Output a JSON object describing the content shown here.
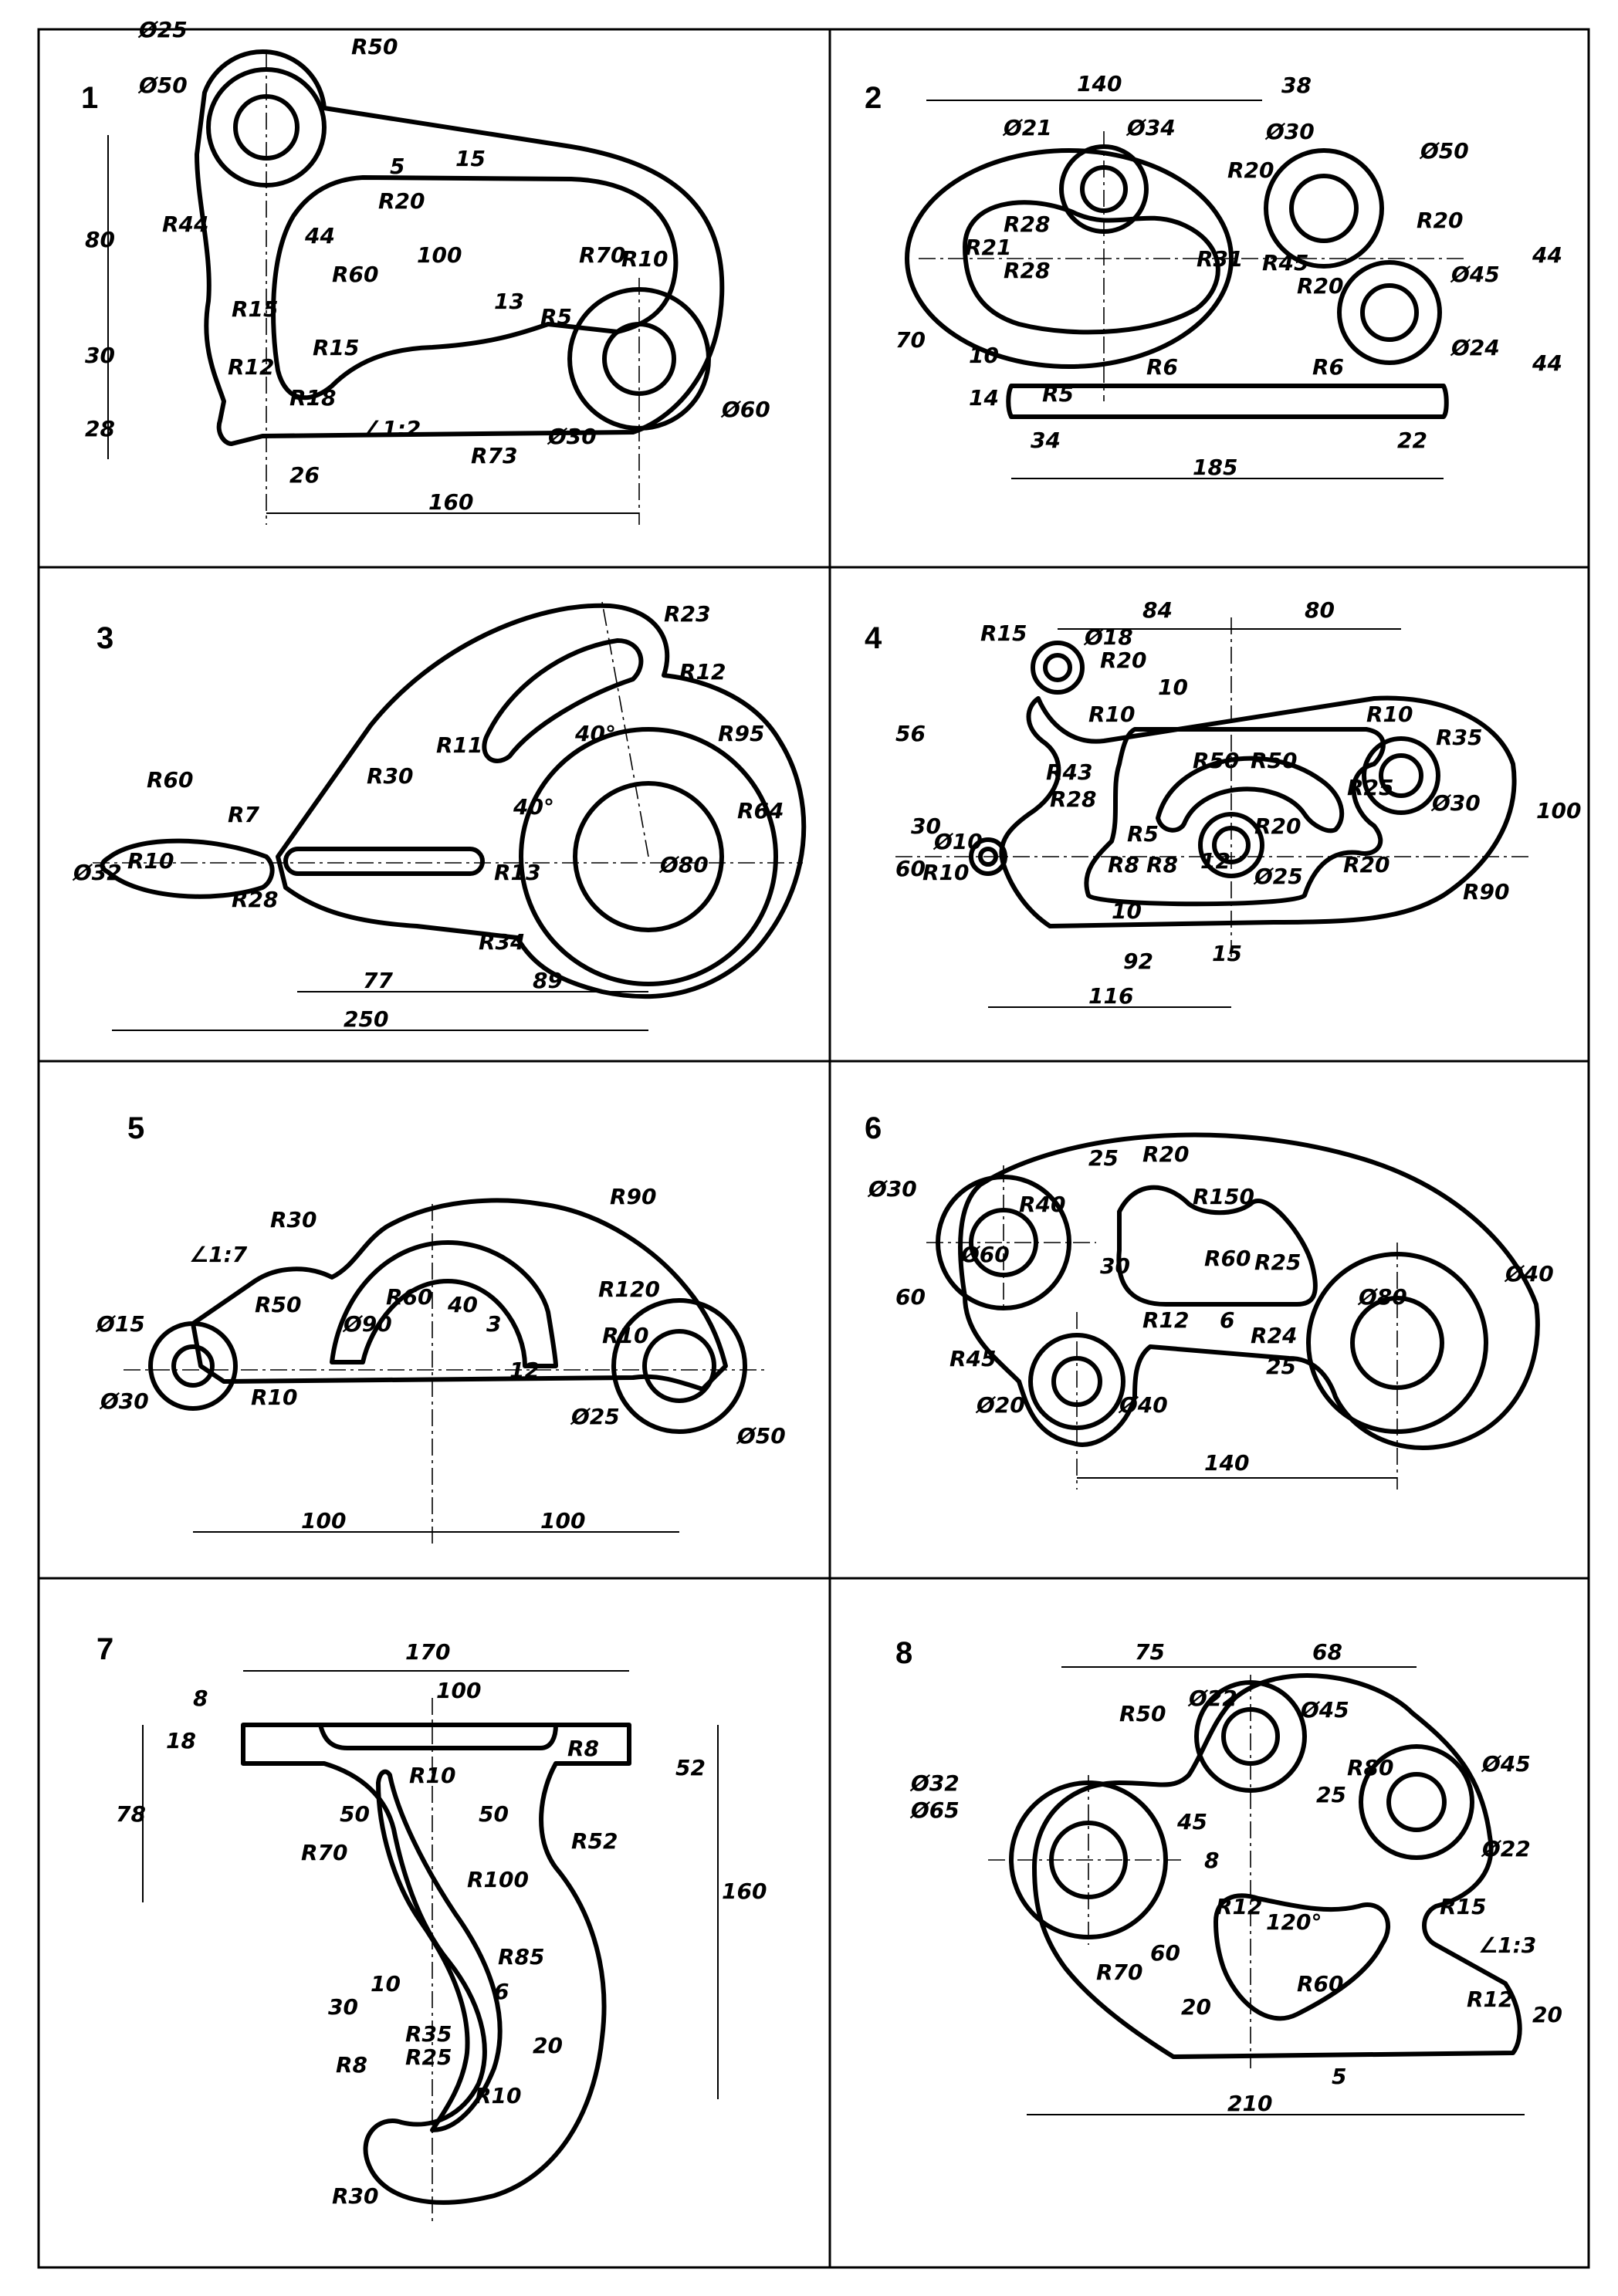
{
  "panels": [
    {
      "number": "1",
      "dims": [
        "Ø25",
        "Ø50",
        "R50",
        "R44",
        "R20",
        "44",
        "R60",
        "100",
        "15",
        "5",
        "R70",
        "R10",
        "R5",
        "13",
        "80",
        "R15",
        "30",
        "R12",
        "R15",
        "R18",
        "28",
        "26",
        "∠1:2",
        "R73",
        "Ø30",
        "Ø60",
        "160"
      ]
    },
    {
      "number": "2",
      "dims": [
        "140",
        "38",
        "Ø21",
        "Ø34",
        "R20",
        "Ø30",
        "Ø50",
        "R20",
        "R21",
        "R28",
        "R28",
        "R31",
        "R45",
        "R20",
        "Ø45",
        "44",
        "70",
        "10",
        "14",
        "R5",
        "R6",
        "R6",
        "Ø24",
        "44",
        "34",
        "22",
        "185"
      ]
    },
    {
      "number": "3",
      "dims": [
        "R23",
        "R12",
        "R95",
        "40°",
        "40°",
        "R11",
        "R30",
        "R60",
        "R7",
        "Ø32",
        "R10",
        "R28",
        "R13",
        "R64",
        "Ø80",
        "R34",
        "77",
        "89",
        "250"
      ]
    },
    {
      "number": "4",
      "dims": [
        "R15",
        "Ø18",
        "R20",
        "84",
        "80",
        "10",
        "R10",
        "R10",
        "R35",
        "56",
        "R43",
        "R28",
        "R50",
        "R50",
        "R25",
        "Ø30",
        "100",
        "30",
        "Ø10",
        "60",
        "R10",
        "R5",
        "R20",
        "R8",
        "R8",
        "10",
        "12",
        "Ø25",
        "R20",
        "R90",
        "92",
        "15",
        "116"
      ]
    },
    {
      "number": "5",
      "dims": [
        "R30",
        "∠1:7",
        "R50",
        "R90",
        "Ø15",
        "R60",
        "Ø90",
        "40",
        "3",
        "R120",
        "R10",
        "12",
        "Ø30",
        "R10",
        "Ø25",
        "Ø50",
        "100",
        "100"
      ]
    },
    {
      "number": "6",
      "dims": [
        "Ø30",
        "R40",
        "25",
        "R20",
        "R150",
        "Ø60",
        "30",
        "R60",
        "R25",
        "60",
        "R12",
        "6",
        "R24",
        "Ø80",
        "Ø40",
        "25",
        "R45",
        "Ø20",
        "Ø40",
        "140"
      ]
    },
    {
      "number": "7",
      "dims": [
        "170",
        "8",
        "100",
        "18",
        "R8",
        "78",
        "R10",
        "52",
        "50",
        "50",
        "R70",
        "R52",
        "R100",
        "160",
        "R85",
        "30",
        "10",
        "6",
        "R35",
        "R25",
        "R8",
        "20",
        "R10",
        "R30"
      ]
    },
    {
      "number": "8",
      "dims": [
        "75",
        "68",
        "R50",
        "Ø22",
        "Ø45",
        "Ø32",
        "Ø65",
        "45",
        "25",
        "R80",
        "Ø45",
        "8",
        "Ø22",
        "R12",
        "120°",
        "R15",
        "∠1:3",
        "R70",
        "60",
        "20",
        "R60",
        "R12",
        "20",
        "5",
        "210"
      ]
    }
  ]
}
